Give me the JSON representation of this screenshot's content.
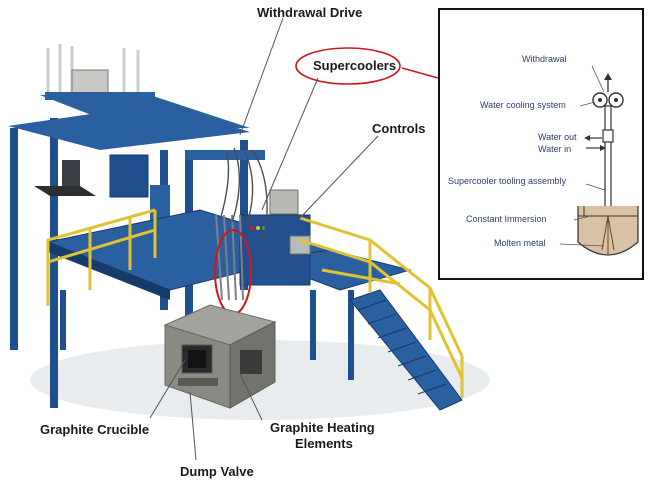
{
  "labels": {
    "withdrawal_drive": "Withdrawal Drive",
    "supercoolers": "Supercoolers",
    "controls": "Controls",
    "graphite_crucible": "Graphite Crucible",
    "graphite_heating_line1": "Graphite Heating",
    "graphite_heating_line2": "Elements",
    "dump_valve": "Dump Valve"
  },
  "inset": {
    "withdrawal": "Withdrawal",
    "water_cooling_system": "Water cooling system",
    "water_out": "Water out",
    "water_in": "Water in",
    "tooling_assembly": "Supercooler tooling assembly",
    "constant_immersion": "Constant Immersion",
    "molten_metal": "Molten metal"
  },
  "colors": {
    "frame_blue": "#1f4f8c",
    "deck_blue": "#2a5fa0",
    "rail_yellow": "#e0c233",
    "furnace_gray": "#8a8a84",
    "highlight_red": "#d01818"
  }
}
